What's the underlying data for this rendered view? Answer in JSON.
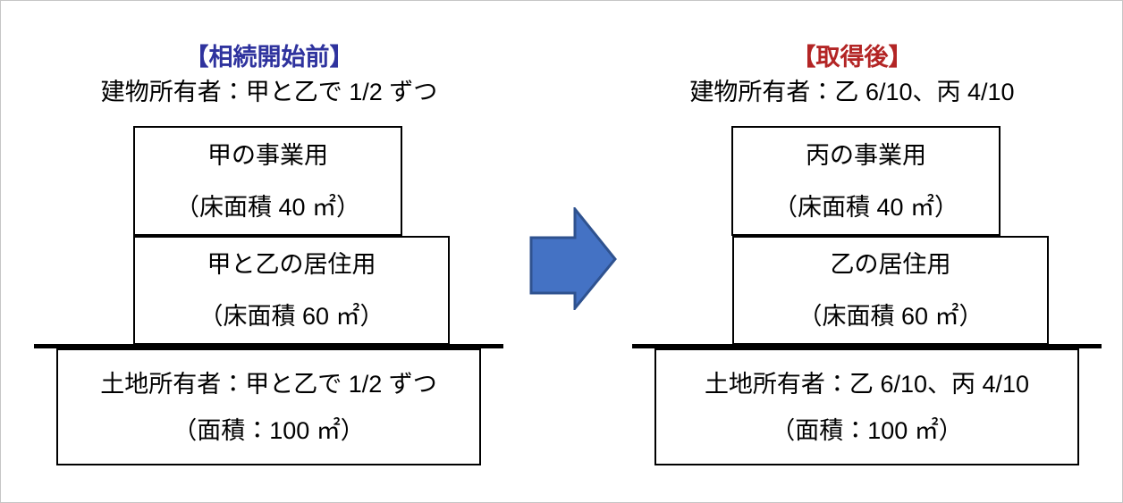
{
  "before": {
    "title": "【相続開始前】",
    "title_color": "#2F339E",
    "building_owner": "建物所有者：甲と乙で 1/2 ずつ",
    "upper_floor": {
      "use": "甲の事業用",
      "area": "（床面積 40 ㎡）"
    },
    "lower_floor": {
      "use": "甲と乙の居住用",
      "area": "（床面積 60 ㎡）"
    },
    "land": {
      "owner": "土地所有者：甲と乙で 1/2 ずつ",
      "area": "（面積：100 ㎡）"
    }
  },
  "after": {
    "title": "【取得後】",
    "title_color": "#B32525",
    "building_owner": "建物所有者：乙 6/10、丙 4/10",
    "upper_floor": {
      "use": "丙の事業用",
      "area": "（床面積 40 ㎡）"
    },
    "lower_floor": {
      "use": "乙の居住用",
      "area": "（床面積 60 ㎡）"
    },
    "land": {
      "owner": "土地所有者：乙 6/10、丙 4/10",
      "area": "（面積：100 ㎡）"
    }
  },
  "arrow": {
    "direction": "right",
    "fill": "#4472C4",
    "stroke": "#2F528F"
  }
}
